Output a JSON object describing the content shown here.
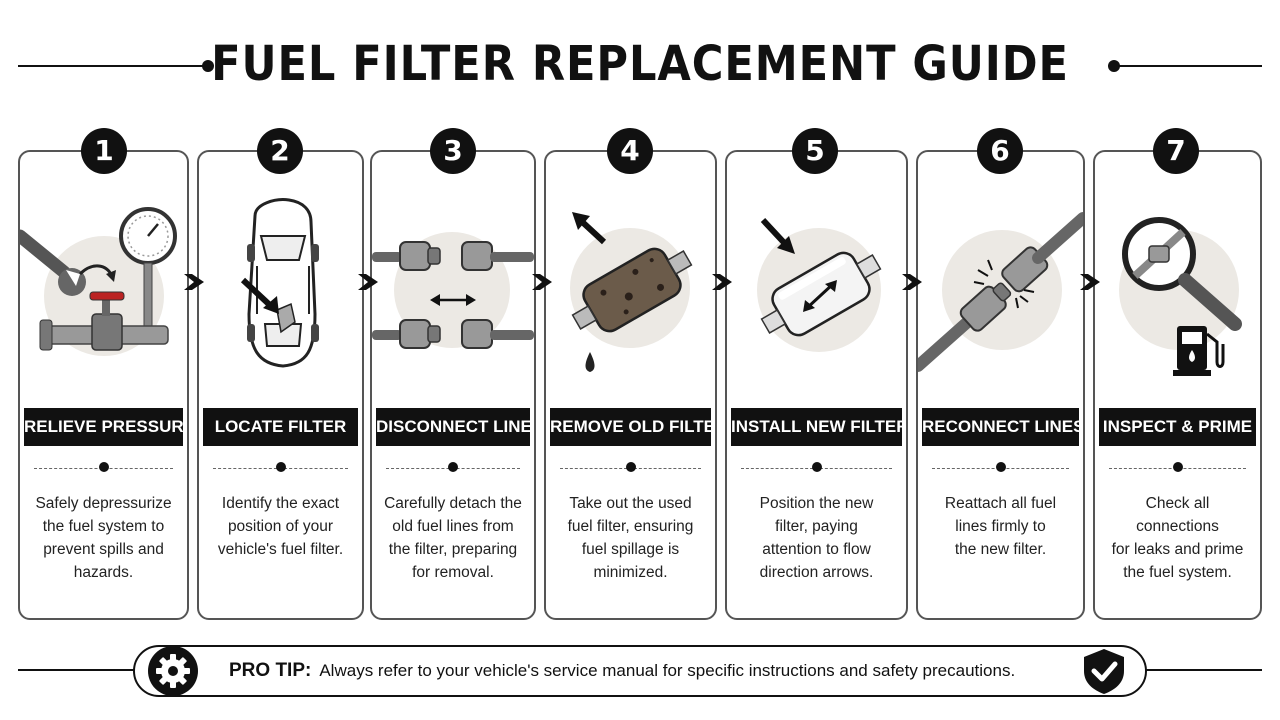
{
  "title": "FUEL FILTER REPLACEMENT GUIDE",
  "steps": [
    {
      "number": "1",
      "label": "RELIEVE PRESSURE",
      "description": [
        "Safely depressurize",
        "the fuel system to",
        "prevent spills and",
        "hazards."
      ],
      "icon": "pressure-gauge-wrench-icon"
    },
    {
      "number": "2",
      "label": "LOCATE FILTER",
      "description": [
        "Identify the exact",
        "position of your",
        "vehicle's fuel filter."
      ],
      "icon": "car-topview-icon"
    },
    {
      "number": "3",
      "label": "DISCONNECT LINES",
      "description": [
        "Carefully detach the",
        "old fuel lines from",
        "the filter, preparing",
        "for removal."
      ],
      "icon": "fuel-line-connectors-icon"
    },
    {
      "number": "4",
      "label": "REMOVE OLD FILTER",
      "description": [
        "Take out the used",
        "fuel filter, ensuring",
        "fuel spillage is",
        "minimized."
      ],
      "icon": "dirty-filter-icon"
    },
    {
      "number": "5",
      "label": "INSTALL NEW FILTER",
      "description": [
        "Position the new",
        "filter, paying",
        "attention to flow",
        "direction arrows."
      ],
      "icon": "new-filter-icon"
    },
    {
      "number": "6",
      "label": "RECONNECT LINES",
      "description": [
        "Reattach all fuel",
        "lines firmly to",
        "the new filter."
      ],
      "icon": "reconnect-lines-icon"
    },
    {
      "number": "7",
      "label": "INSPECT & PRIME",
      "description": [
        "Check all connections",
        "for leaks and prime",
        "the fuel system."
      ],
      "icon": "magnifier-fuel-pump-icon"
    }
  ],
  "pro_tip": {
    "heading": "PRO TIP:",
    "text": "Always refer to your vehicle's service manual for specific instructions and safety precautions.",
    "left_icon": "gear-icon",
    "right_icon": "shield-check-icon"
  }
}
